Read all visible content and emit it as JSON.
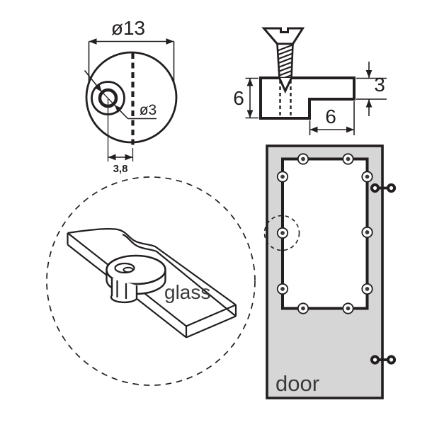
{
  "colors": {
    "ink": "#231f20",
    "door_fill": "#d6d6d6",
    "label_ink": "#3a3a3a",
    "paper": "#ffffff"
  },
  "plan_view": {
    "outer_diameter": "ø13",
    "hole_diameter": "ø3",
    "hole_offset": "3,8"
  },
  "side_view": {
    "body_height": "6",
    "lip_thickness": "3",
    "lip_depth": "6"
  },
  "detail_view": {
    "label": "glass"
  },
  "door_view": {
    "label": "door"
  }
}
